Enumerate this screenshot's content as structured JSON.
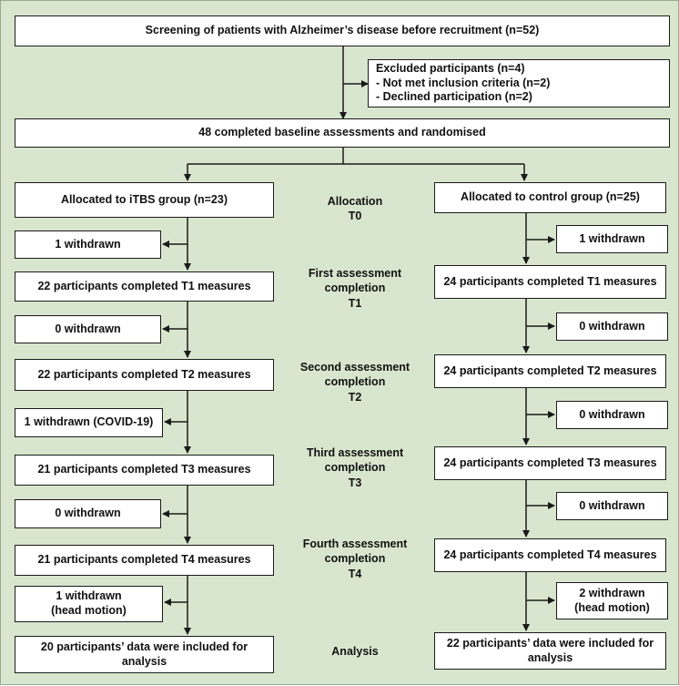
{
  "colors": {
    "background": "#d9e6cf",
    "box": "#ffffff",
    "line": "#1a1a1a"
  },
  "screening": "Screening of patients with Alzheimer’s disease before recruitment (n=52)",
  "excluded": {
    "title": "Excluded participants (n=4)",
    "reason1": "- Not met inclusion criteria (n=2)",
    "reason2": "- Declined participation (n=2)"
  },
  "baseline": "48 completed baseline assessments and randomised",
  "stages": {
    "allocation": {
      "line1": "Allocation",
      "line2": "T0"
    },
    "first": {
      "line1": "First assessment",
      "line2": "completion",
      "line3": "T1"
    },
    "second": {
      "line1": "Second assessment",
      "line2": "completion",
      "line3": "T2"
    },
    "third": {
      "line1": "Third assessment",
      "line2": "completion",
      "line3": "T3"
    },
    "fourth": {
      "line1": "Fourth assessment",
      "line2": "completion",
      "line3": "T4"
    },
    "analysis": {
      "line1": "Analysis"
    }
  },
  "itbs": {
    "allocated": "Allocated to iTBS group (n=23)",
    "w1": "1 withdrawn",
    "t1": "22 participants completed T1 measures",
    "w2": "0 withdrawn",
    "t2": "22 participants completed T2 measures",
    "w3": "1 withdrawn (COVID-19)",
    "t3": "21 participants completed T3 measures",
    "w4": "0 withdrawn",
    "t4": "21  participants completed T4 measures",
    "w5_line1": "1 withdrawn",
    "w5_line2": "(head motion)",
    "analysis_line1": "20  participants’ data were included for",
    "analysis_line2": "analysis"
  },
  "control": {
    "allocated": "Allocated to control group (n=25)",
    "w1": "1 withdrawn",
    "t1": "24 participants completed T1 measures",
    "w2": "0 withdrawn",
    "t2": "24 participants completed T2 measures",
    "w3": "0 withdrawn",
    "t3": "24 participants completed T3 measures",
    "w4": "0 withdrawn",
    "t4": "24 participants completed T4 measures",
    "w5_line1": "2 withdrawn",
    "w5_line2": "(head motion)",
    "analysis_line1": "22 participants’ data were included for",
    "analysis_line2": "analysis"
  }
}
